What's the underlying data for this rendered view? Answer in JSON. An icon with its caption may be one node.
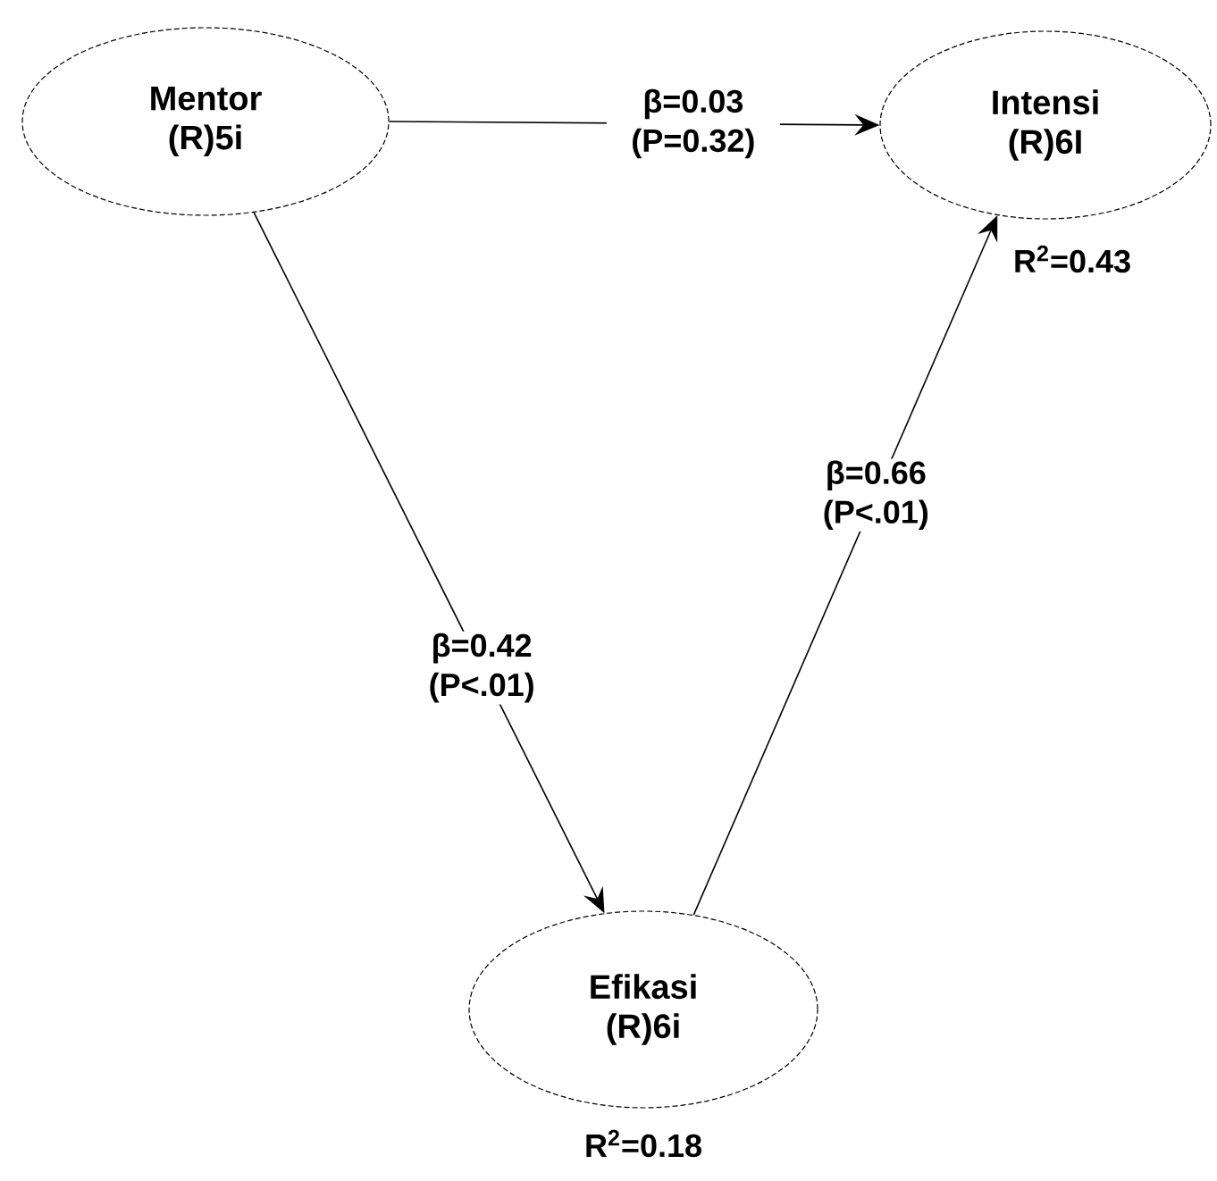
{
  "diagram": {
    "nodes": [
      {
        "text": [
          "Mentor",
          "(R)5i"
        ]
      },
      {
        "text": [
          "Intensi",
          "(R)6I"
        ],
        "beside": [
          "R$^{2}$=0.43"
        ]
      },
      {
        "text": [
          "Efikasi",
          "(R)6i"
        ],
        "beside": [
          "R$^{2}$=0.18"
        ]
      }
    ],
    "edges": [
      {
        "from": 0,
        "to": 1,
        "arrow": "to",
        "label": "β=0.03 (P=0.32)"
      },
      {
        "from": 0,
        "to": 2,
        "arrow": "to",
        "label": "β=0.42 (P<.01)"
      },
      {
        "from": 2,
        "to": 1,
        "arrow": "to",
        "label": "β=0.66 (P<.01)"
      }
    ]
  }
}
